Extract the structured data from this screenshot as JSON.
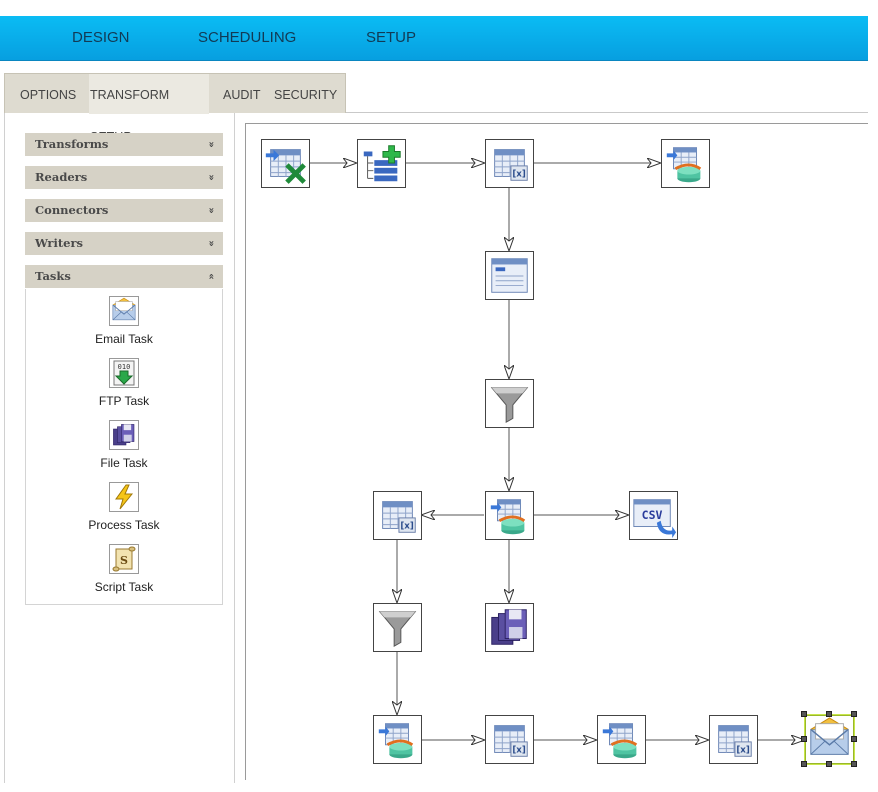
{
  "top_nav": {
    "design": "DESIGN",
    "scheduling": "SCHEDULING",
    "setup": "SETUP"
  },
  "tabs": {
    "options": "OPTIONS",
    "transform_setup": "TRANSFORM SETUP",
    "audit": "AUDIT",
    "security": "SECURITY",
    "active": "TRANSFORM SETUP"
  },
  "sidebar": {
    "sections": [
      {
        "label": "Transforms",
        "state": "collapsed"
      },
      {
        "label": "Readers",
        "state": "collapsed"
      },
      {
        "label": "Connectors",
        "state": "collapsed"
      },
      {
        "label": "Writers",
        "state": "collapsed"
      },
      {
        "label": "Tasks",
        "state": "expanded"
      }
    ],
    "tasks": [
      {
        "label": "Email Task",
        "icon": "email-icon"
      },
      {
        "label": "FTP Task",
        "icon": "ftp-icon"
      },
      {
        "label": "File Task",
        "icon": "file-icon"
      },
      {
        "label": "Process Task",
        "icon": "lightning-icon"
      },
      {
        "label": "Script Task",
        "icon": "script-icon"
      }
    ]
  },
  "canvas": {
    "nodes": [
      {
        "id": "excel-reader",
        "icon": "excel-reader-icon"
      },
      {
        "id": "add-columns",
        "icon": "list-add-icon"
      },
      {
        "id": "table-transform-1",
        "icon": "table-function-icon"
      },
      {
        "id": "db-writer-1",
        "icon": "database-writer-icon"
      },
      {
        "id": "form-view",
        "icon": "form-icon"
      },
      {
        "id": "filter-1",
        "icon": "funnel-icon"
      },
      {
        "id": "db-writer-2",
        "icon": "database-writer-icon"
      },
      {
        "id": "table-transform-2",
        "icon": "table-function-icon"
      },
      {
        "id": "csv-writer",
        "icon": "csv-icon",
        "text": "CSV"
      },
      {
        "id": "filter-2",
        "icon": "funnel-icon"
      },
      {
        "id": "file-task",
        "icon": "file-icon"
      },
      {
        "id": "db-writer-3",
        "icon": "database-writer-icon"
      },
      {
        "id": "table-transform-3",
        "icon": "table-function-icon"
      },
      {
        "id": "db-writer-4",
        "icon": "database-writer-icon"
      },
      {
        "id": "table-transform-4",
        "icon": "table-function-icon"
      },
      {
        "id": "email-task",
        "icon": "email-icon",
        "selected": true
      }
    ],
    "colors": {
      "accent": "#079fe0",
      "selection": "#c8e64a",
      "table_blue": "#6f8fc4"
    }
  }
}
